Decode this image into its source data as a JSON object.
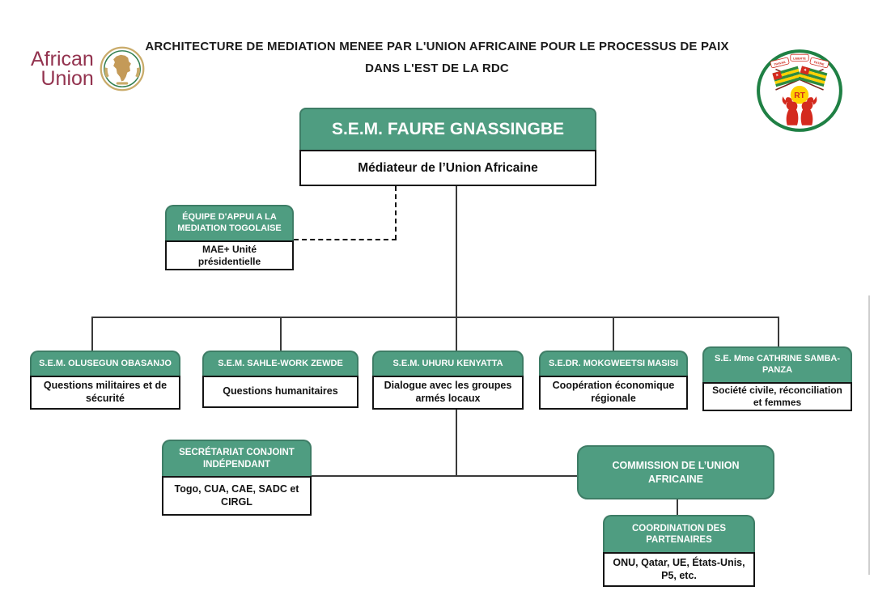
{
  "page": {
    "title_line1": "ARCHITECTURE DE MEDIATION MENEE PAR L'UNION AFRICAINE POUR LE PROCESSUS DE PAIX",
    "title_line2": "DANS L'EST DE LA RDC"
  },
  "logos": {
    "au": {
      "line1": "African",
      "line2": "Union",
      "text_color": "#93334f"
    },
    "togo": {
      "monogram": "RT",
      "motto_words": [
        "TRAVAIL",
        "LIBERTÉ",
        "PATRIE"
      ]
    }
  },
  "colors": {
    "node_green": "#4f9d81",
    "node_green_border": "#3e7d66",
    "body_border": "#141414",
    "connector": "#3a3a3a"
  },
  "org": {
    "mediator": {
      "name": "S.E.M. FAURE GNASSINGBE",
      "role": "Médiateur de l’Union Africaine"
    },
    "support_team": {
      "name": "ÉQUIPE D'APPUI A LA MEDIATION TOGOLAISE",
      "detail": "MAE+ Unité présidentielle"
    },
    "envoys": [
      {
        "name": "S.E.M. OLUSEGUN OBASANJO",
        "portfolio": "Questions militaires et de sécurité"
      },
      {
        "name": "S.E.M. SAHLE-WORK ZEWDE",
        "portfolio": "Questions humanitaires"
      },
      {
        "name": "S.E.M. UHURU KENYATTA",
        "portfolio": "Dialogue avec les groupes armés locaux"
      },
      {
        "name": "S.E.DR. MOKGWEETSI MASISI",
        "portfolio": "Coopération économique régionale"
      },
      {
        "name": "S.E. Mme CATHRINE SAMBA-PANZA",
        "portfolio": "Société civile, réconciliation et femmes"
      }
    ],
    "secretariat": {
      "name": "SECRÉTARIAT CONJOINT INDÉPENDANT",
      "detail": "Togo, CUA, CAE, SADC et CIRGL"
    },
    "commission": {
      "name": "COMMISSION DE L’UNION AFRICAINE"
    },
    "coordination": {
      "name": "COORDINATION DES PARTENAIRES",
      "detail": "ONU, Qatar, UE, États-Unis, P5, etc."
    }
  }
}
